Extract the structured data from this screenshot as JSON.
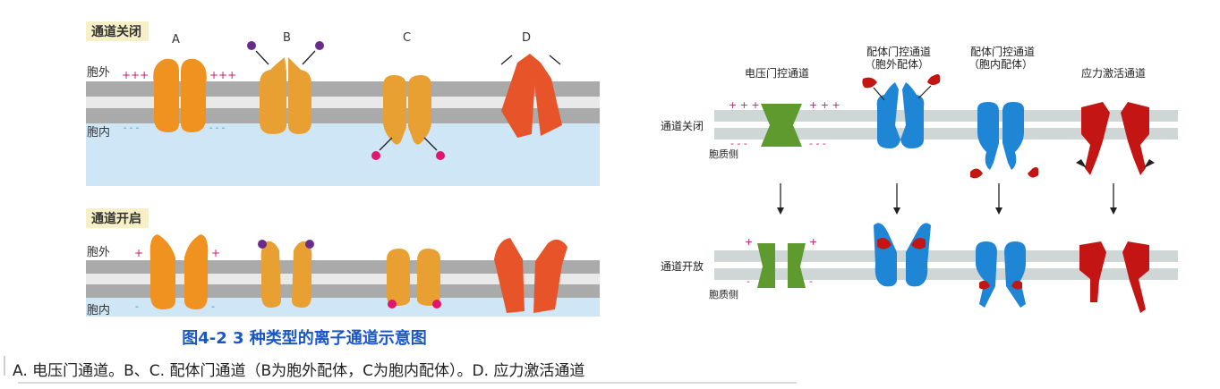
{
  "left_panel": {
    "closed_label": "通道关闭",
    "open_label": "通道开启",
    "outside_label": "胞外",
    "inside_label": "胞内",
    "channel_letters": [
      "A",
      "B",
      "C",
      "D"
    ],
    "plus_signs": "+++",
    "minus_signs": "- - -",
    "plus_single": "+",
    "minus_single": "-"
  },
  "right_panel": {
    "col_titles": {
      "voltage": "电压门控通道",
      "ligand_out_line1": "配体门控通道",
      "ligand_out_line2": "（胞外配体）",
      "ligand_in_line1": "配体门控通道",
      "ligand_in_line2": "（胞内配体）",
      "mechano": "应力激活通道"
    },
    "row_closed": "通道关闭",
    "row_open": "通道开放",
    "cytoplasm_side": "胞质侧",
    "plus_signs": "+ + +",
    "minus_signs": "- - -",
    "plus_single": "+",
    "minus_single": "-"
  },
  "caption": "图4-2 3 种类型的离子通道示意图",
  "footnote": "A. 电压门通道。B、C. 配体门通道（B为胞外配体，C为胞内配体）。D. 应力激活通道",
  "colors": {
    "membrane": "#aaaaaa",
    "cytoplasm": "#cfe6f6",
    "channel_orange": "#f09220",
    "channel_tan": "#e9a032",
    "channel_red_orange": "#e8542a",
    "ligand_purple": "#6a2c8a",
    "ligand_pink": "#e0166e",
    "charge_magenta": "#d0186e",
    "charge_teal": "#2aa0b0",
    "green": "#5f9a2e",
    "blue": "#1f86d6",
    "dark_red": "#c41515",
    "caption_blue": "#1a56c8"
  }
}
